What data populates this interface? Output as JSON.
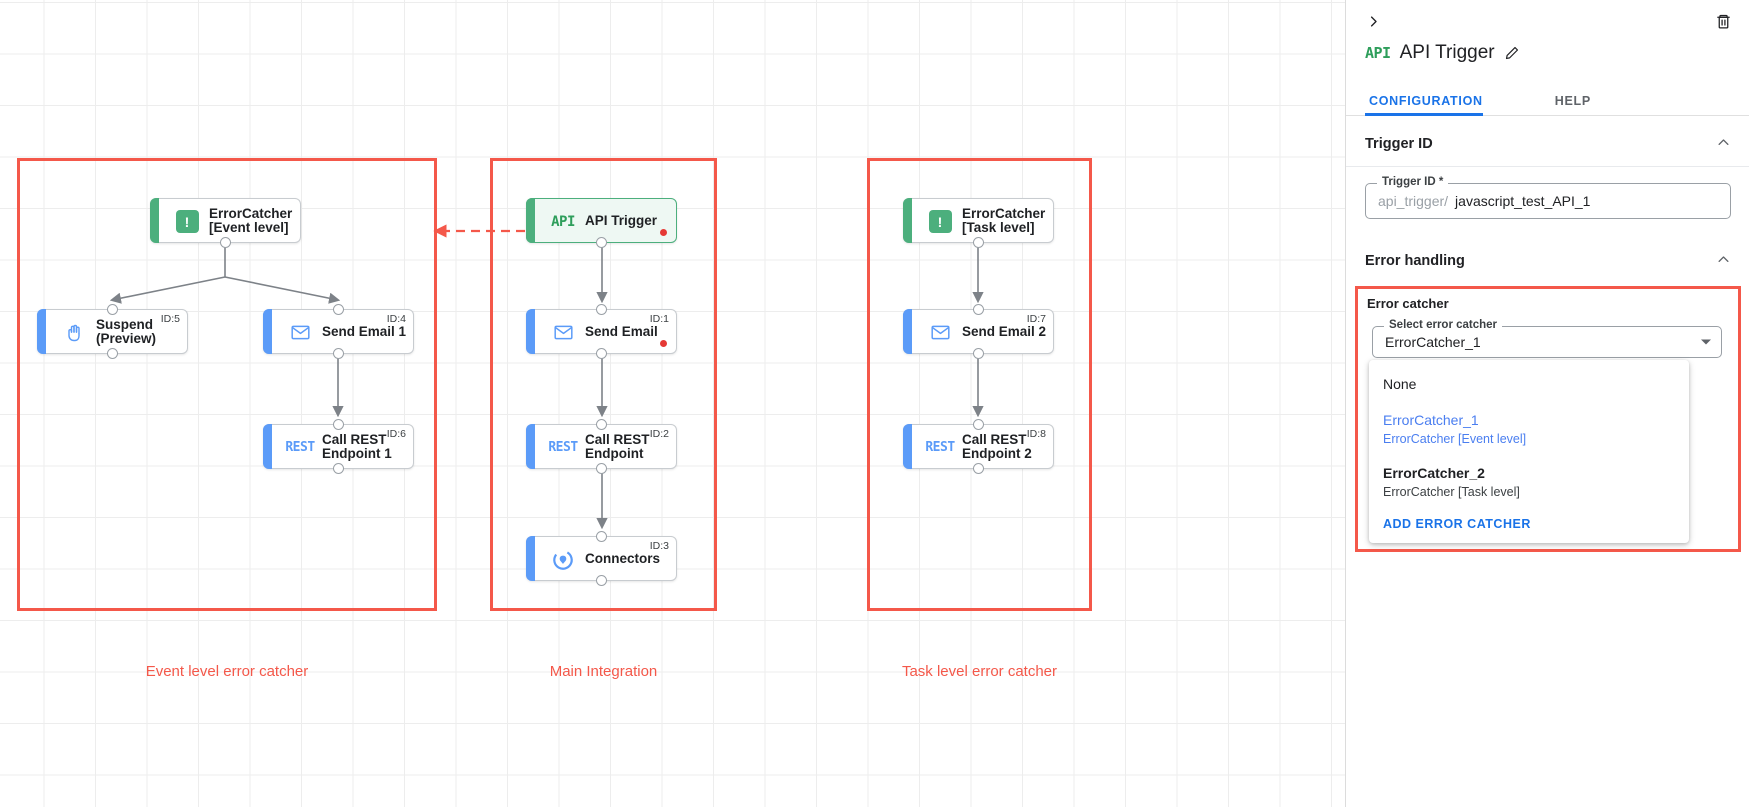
{
  "canvas": {
    "groups": [
      {
        "caption": "Event level error catcher"
      },
      {
        "caption": "Main Integration"
      },
      {
        "caption": "Task level error catcher"
      }
    ],
    "nodes": [
      {
        "name": "error-catcher-event",
        "label": "ErrorCatcher\n[Event level]",
        "icon": "error-catcher-icon",
        "id_label": "",
        "badge": false
      },
      {
        "name": "suspend-preview",
        "label": "Suspend\n(Preview)",
        "icon": "hand-icon",
        "id_label": "ID:5",
        "badge": false
      },
      {
        "name": "send-email-1",
        "label": "Send Email 1",
        "icon": "envelope-icon",
        "id_label": "ID:4",
        "badge": false
      },
      {
        "name": "call-rest-endpoint-1",
        "label": "Call REST\nEndpoint 1",
        "icon": "rest-icon",
        "id_label": "ID:6",
        "badge": false
      },
      {
        "name": "api-trigger",
        "label": "API Trigger",
        "icon": "api-icon",
        "id_label": "",
        "badge": true
      },
      {
        "name": "send-email",
        "label": "Send Email",
        "icon": "envelope-icon",
        "id_label": "ID:1",
        "badge": true
      },
      {
        "name": "call-rest-endpoint",
        "label": "Call REST\nEndpoint",
        "icon": "rest-icon",
        "id_label": "ID:2",
        "badge": false
      },
      {
        "name": "connectors",
        "label": "Connectors",
        "icon": "connectors-icon",
        "id_label": "ID:3",
        "badge": false
      },
      {
        "name": "error-catcher-task",
        "label": "ErrorCatcher\n[Task level]",
        "icon": "error-catcher-icon",
        "id_label": "",
        "badge": false
      },
      {
        "name": "send-email-2",
        "label": "Send Email 2",
        "icon": "envelope-icon",
        "id_label": "ID:7",
        "badge": false
      },
      {
        "name": "call-rest-endpoint-2",
        "label": "Call REST\nEndpoint 2",
        "icon": "rest-icon",
        "id_label": "ID:8",
        "badge": false
      }
    ],
    "glyphs": {
      "api": "API",
      "rest": "REST",
      "error_catcher": "!"
    }
  },
  "panel": {
    "title": "API Trigger",
    "title_icon_text": "API",
    "collapse_icon": "chevron-right-icon",
    "delete_icon": "trash-icon",
    "edit_icon": "pencil-icon",
    "tabs": [
      {
        "label": "CONFIGURATION",
        "active": true
      },
      {
        "label": "HELP",
        "active": false
      }
    ],
    "sections": {
      "trigger_id": {
        "heading": "Trigger ID",
        "field_legend": "Trigger ID *",
        "prefix": "api_trigger/",
        "value": "javascript_test_API_1"
      },
      "error_handling": {
        "heading": "Error handling",
        "box_label": "Error catcher",
        "select_legend": "Select error catcher",
        "selected_value": "ErrorCatcher_1",
        "menu": {
          "items": [
            {
              "primary": "None",
              "secondary": "",
              "selected": false,
              "bold": false
            },
            {
              "primary": "ErrorCatcher_1",
              "secondary": "ErrorCatcher [Event level]",
              "selected": true,
              "bold": false
            },
            {
              "primary": "ErrorCatcher_2",
              "secondary": "ErrorCatcher [Task level]",
              "selected": false,
              "bold": true
            }
          ],
          "action_label": "ADD ERROR CATCHER"
        }
      }
    }
  },
  "colors": {
    "accent_blue": "#1a73e8",
    "node_blue": "#5b9bf8",
    "node_green": "#4caf7d",
    "frame_red": "#f4584a",
    "badge_red": "#e53935"
  }
}
